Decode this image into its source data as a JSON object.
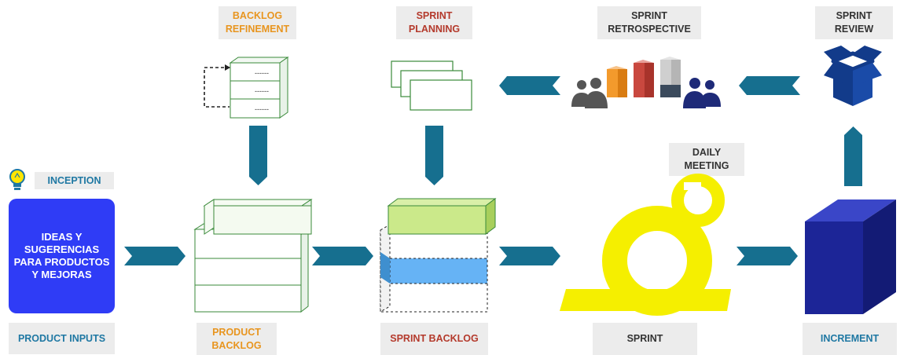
{
  "colors": {
    "label_bg": "#ececec",
    "teal_label": "#1f78a3",
    "orange_label": "#e8951f",
    "red_label": "#b43a2c",
    "dark_label": "#333333",
    "arrow": "#166f8f",
    "ideas_box": "#2f3cf6",
    "sprint_yellow": "#f5ef00",
    "increment_cube": "#1c2597",
    "green_outline": "#3a8a3a",
    "light_green": "#cbe98a",
    "light_blue": "#66b3f5",
    "review_box": "#123b8a"
  },
  "labels": {
    "backlog_refinement": [
      "BACKLOG",
      "REFINEMENT"
    ],
    "sprint_planning": [
      "SPRINT",
      "PLANNING"
    ],
    "sprint_retrospective": [
      "SPRINT",
      "RETROSPECTIVE"
    ],
    "sprint_review": [
      "SPRINT",
      "REVIEW"
    ],
    "inception": "INCEPTION",
    "daily_meeting": [
      "DAILY",
      "MEETING"
    ],
    "product_inputs": "PRODUCT INPUTS",
    "product_backlog": [
      "PRODUCT",
      "BACKLOG"
    ],
    "sprint_backlog": "SPRINT BACKLOG",
    "sprint": "SPRINT",
    "increment": "INCREMENT"
  },
  "ideas_box": [
    "IDEAS Y",
    "SUGERENCIAS",
    "PARA PRODUCTOS",
    "Y MEJORAS"
  ],
  "refinement_rows": [
    "------",
    "------",
    "------"
  ],
  "icons": {
    "idea": "lightbulb-icon",
    "team_left": "team-icon",
    "team_right": "team-icon",
    "review": "open-box-icon",
    "sprint": "sprint-cycle-icon",
    "increment": "cube-icon"
  }
}
